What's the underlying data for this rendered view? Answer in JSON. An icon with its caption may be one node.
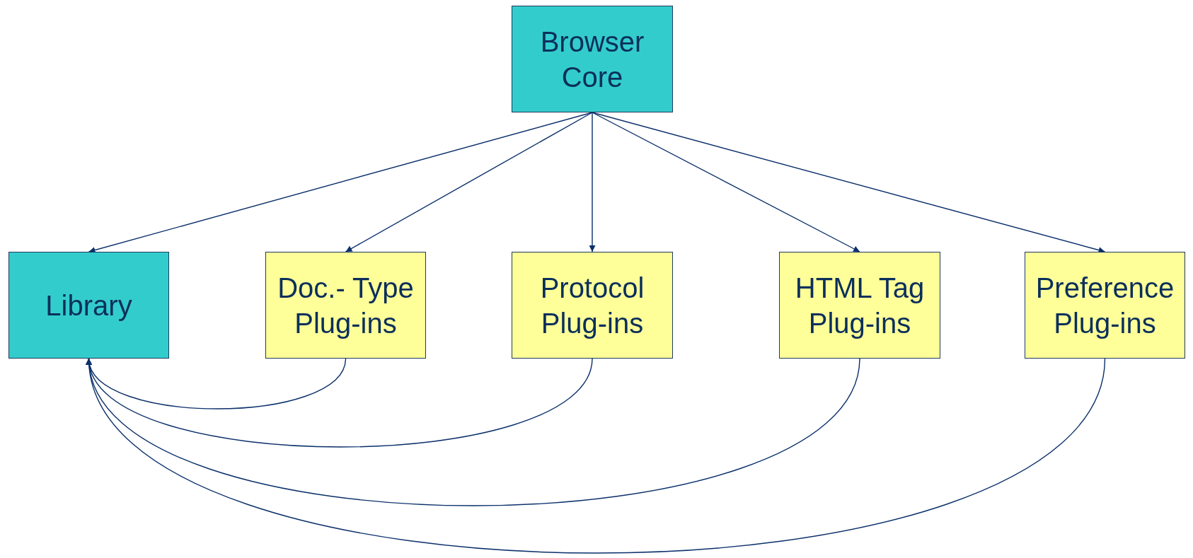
{
  "diagram": {
    "nodes": [
      {
        "text": [
          "Browser Core"
        ]
      },
      {
        "text": [
          "Library"
        ]
      },
      {
        "text": [
          "Doc.- Type Plug-ins"
        ]
      },
      {
        "text": [
          "Protocol Plug-ins"
        ]
      },
      {
        "text": [
          "HTML Tag Plug-ins"
        ]
      },
      {
        "text": [
          "Preference Plug-ins"
        ]
      }
    ],
    "edges": [
      {
        "from": 0,
        "to": 1,
        "arrow": "to"
      },
      {
        "from": 0,
        "to": 2,
        "arrow": "to"
      },
      {
        "from": 0,
        "to": 3,
        "arrow": "to"
      },
      {
        "from": 0,
        "to": 4,
        "arrow": "to"
      },
      {
        "from": 0,
        "to": 5,
        "arrow": "to"
      },
      {
        "from": 2,
        "to": 1,
        "arrow": "to"
      },
      {
        "from": 3,
        "to": 1,
        "arrow": "to"
      },
      {
        "from": 4,
        "to": 1,
        "arrow": "to"
      },
      {
        "from": 5,
        "to": 1,
        "arrow": "to"
      }
    ]
  }
}
